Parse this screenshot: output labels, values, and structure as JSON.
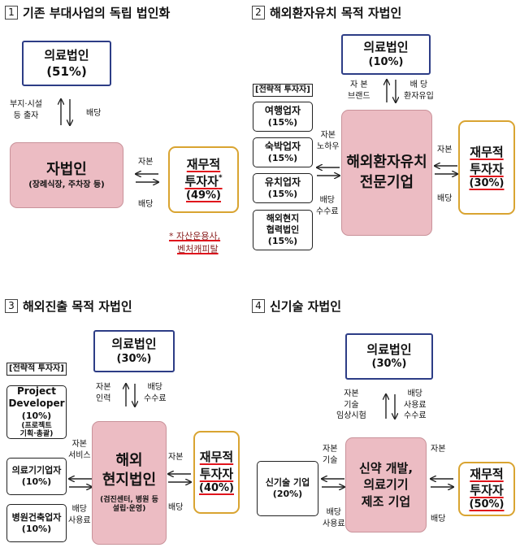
{
  "panels": [
    {
      "num": "1",
      "title": "기존 부대사업의 독립 법인화",
      "parent": {
        "name": "의료법인",
        "share": "(51%)"
      },
      "left_labels": [
        "부지·시설",
        "등 출자"
      ],
      "right_label": "배당",
      "sub": {
        "name": "자법인",
        "desc": "(장례식장, 주차장 등)"
      },
      "h_top": "자본",
      "h_bottom": "배당",
      "investor": {
        "l1": "재무적",
        "l2": "투자자",
        "mark": "*",
        "share": "(49%)"
      },
      "note": {
        "l1": "* 자산운용사,",
        "l2": "벤처캐피탈"
      }
    },
    {
      "num": "2",
      "title": "해외환자유치 목적 자법인",
      "parent": {
        "name": "의료법인",
        "share": "(10%)"
      },
      "left_labels": [
        "자 본",
        "브랜드"
      ],
      "right_labels": [
        "배 당",
        "환자유입"
      ],
      "strategic": "[전략적 투자자]",
      "strat_items": [
        {
          "name": "여행업자",
          "share": "(15%)"
        },
        {
          "name": "숙박업자",
          "share": "(15%)"
        },
        {
          "name": "유치업자",
          "share": "(15%)"
        },
        {
          "name1": "해외현지",
          "name2": "협력법인",
          "share": "(15%)"
        }
      ],
      "strat_top": [
        "자본",
        "노하우"
      ],
      "strat_bottom": [
        "배당",
        "수수료"
      ],
      "sub": {
        "l1": "해외환자유치",
        "l2": "전문기업"
      },
      "h_top": "자본",
      "h_bottom": "배당",
      "investor": {
        "l1": "재무적",
        "l2": "투자자",
        "share": "(30%)"
      }
    },
    {
      "num": "3",
      "title": "해외진출 목적 자법인",
      "parent": {
        "name": "의료법인",
        "share": "(30%)"
      },
      "left_labels": [
        "자본",
        "인력"
      ],
      "right_labels": [
        "배당",
        "수수료"
      ],
      "strategic": "[전략적 투자자]",
      "strat_items": [
        {
          "name1": "Project",
          "name2": "Developer",
          "share": "(10%)",
          "sub1": "(프로젝트",
          "sub2": "기획·총괄)"
        },
        {
          "name": "의료기기업자",
          "share": "(10%)"
        },
        {
          "name": "병원건축업자",
          "share": "(10%)"
        }
      ],
      "strat_top": [
        "자본",
        "서비스"
      ],
      "strat_bottom": [
        "배당",
        "사용료"
      ],
      "sub": {
        "l1": "해외",
        "l2": "현지법인",
        "desc1": "(검진센터, 병원 등",
        "desc2": "설립·운영)"
      },
      "h_top": "자본",
      "h_bottom": "배당",
      "investor": {
        "l1": "재무적",
        "l2": "투자자",
        "share": "(40%)"
      }
    },
    {
      "num": "4",
      "title": "신기술 자법인",
      "parent": {
        "name": "의료법인",
        "share": "(30%)"
      },
      "left_labels": [
        "자본",
        "기술",
        "임상시험"
      ],
      "right_labels": [
        "배당",
        "사용료",
        "수수료"
      ],
      "strat_item": {
        "name": "신기술 기업",
        "share": "(20%)"
      },
      "strat_top": [
        "자본",
        "기술"
      ],
      "strat_bottom": [
        "배당",
        "사용료"
      ],
      "sub": {
        "l1": "신약 개발,",
        "l2": "의료기기",
        "l3": "제조 기업"
      },
      "h_top": "자본",
      "h_bottom": "배당",
      "investor": {
        "l1": "재무적",
        "l2": "투자자",
        "share": "(50%)"
      }
    }
  ]
}
